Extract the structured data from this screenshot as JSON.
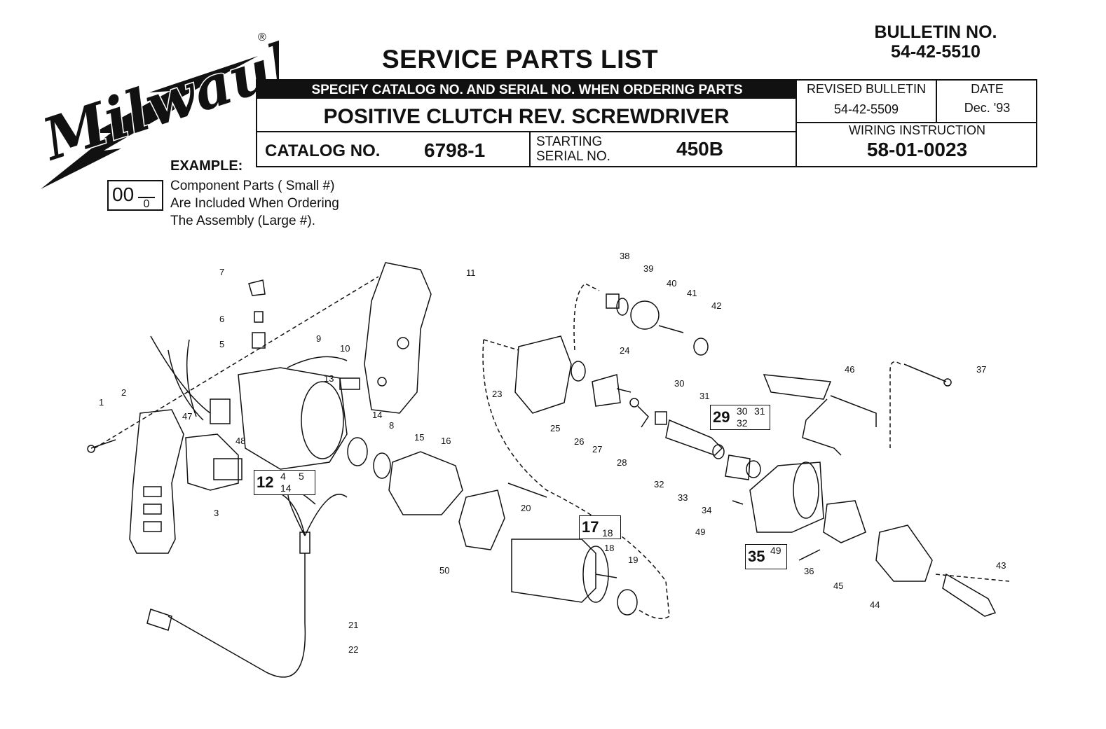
{
  "brand": {
    "logo_text": "Milwaukee",
    "registered_mark": "®"
  },
  "header": {
    "title": "SERVICE PARTS LIST",
    "bulletin_label": "BULLETIN NO.",
    "bulletin_no": "54-42-5510",
    "instruction_bar": "SPECIFY CATALOG NO. AND SERIAL NO. WHEN ORDERING PARTS",
    "product_name": "POSITIVE CLUTCH REV. SCREWDRIVER",
    "catalog_label": "CATALOG NO.",
    "catalog_no": "6798-1",
    "serial_label_1": "STARTING",
    "serial_label_2": "SERIAL NO.",
    "serial_no": "450B",
    "revised_label": "REVISED BULLETIN",
    "revised_no": "54-42-5509",
    "date_label": "DATE",
    "date_value": "Dec. '93",
    "wiring_label": "WIRING INSTRUCTION",
    "wiring_no": "58-01-0023"
  },
  "example": {
    "label": "EXAMPLE:",
    "large": "00",
    "small": "0",
    "line1": "Component Parts (  Small #)",
    "line2": "Are Included When Ordering",
    "line3": "The Assembly (Large #)."
  },
  "callouts": [
    "1",
    "2",
    "3",
    "5",
    "6",
    "7",
    "8",
    "9",
    "10",
    "11",
    "13",
    "14",
    "15",
    "16",
    "18",
    "19",
    "20",
    "21",
    "22",
    "23",
    "24",
    "25",
    "26",
    "27",
    "28",
    "30",
    "31",
    "32",
    "33",
    "34",
    "36",
    "37",
    "38",
    "39",
    "40",
    "41",
    "42",
    "43",
    "44",
    "45",
    "46",
    "47",
    "48",
    "49",
    "50"
  ],
  "assemblies": [
    {
      "main": "12",
      "parts_top": [
        "4",
        "5"
      ],
      "parts_bottom": [
        "14"
      ]
    },
    {
      "main": "17",
      "parts_top": [
        ""
      ],
      "parts_bottom": [
        "18"
      ]
    },
    {
      "main": "29",
      "parts_top": [
        "30",
        "31"
      ],
      "parts_bottom": [
        "32"
      ]
    },
    {
      "main": "35",
      "parts_top": [
        "49"
      ],
      "parts_bottom": [
        ""
      ]
    }
  ]
}
